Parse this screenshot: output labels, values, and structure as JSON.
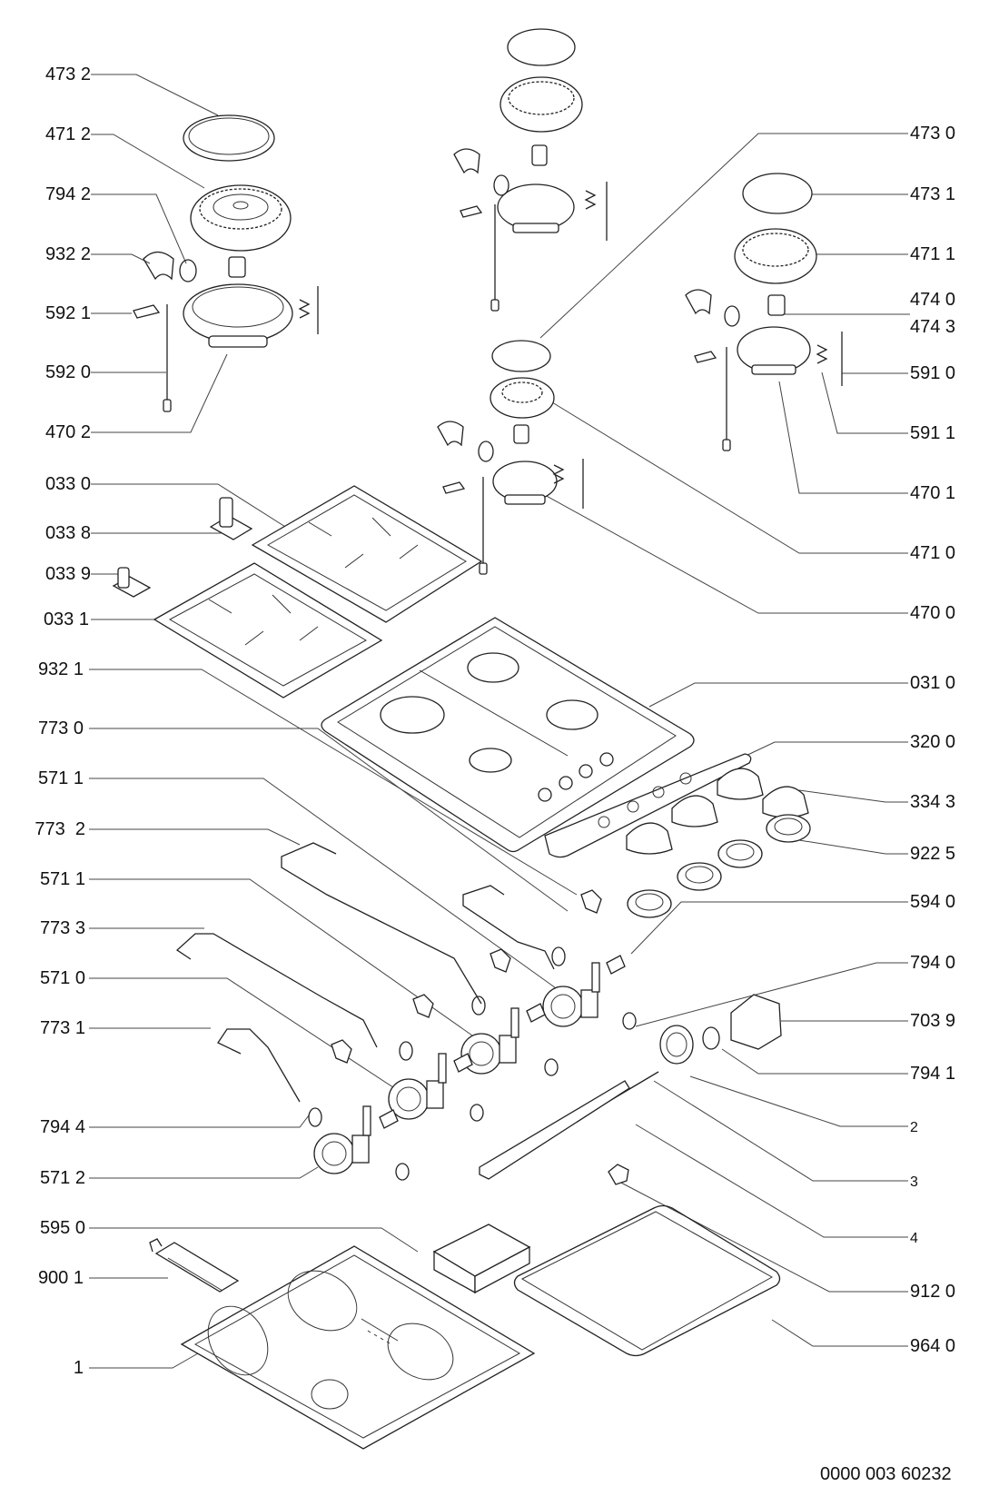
{
  "diagram": {
    "title": "Gas hob exploded parts diagram",
    "footer_code": "0000 003 60232",
    "left_labels": [
      {
        "id": "473-2",
        "text": "473 2"
      },
      {
        "id": "471-2",
        "text": "471 2"
      },
      {
        "id": "794-2",
        "text": "794 2"
      },
      {
        "id": "932-2",
        "text": "932 2"
      },
      {
        "id": "592-1",
        "text": "592 1"
      },
      {
        "id": "592-0",
        "text": "592 0"
      },
      {
        "id": "470-2",
        "text": "470 2"
      },
      {
        "id": "033-0",
        "text": "033 0"
      },
      {
        "id": "033-8",
        "text": "033 8"
      },
      {
        "id": "033-9",
        "text": "033 9"
      },
      {
        "id": "033-1",
        "text": "033 1"
      },
      {
        "id": "932-1",
        "text": "932 1"
      },
      {
        "id": "773-0",
        "text": "773 0"
      },
      {
        "id": "571-1a",
        "text": "571 1"
      },
      {
        "id": "773-2",
        "text": "773  2"
      },
      {
        "id": "571-1b",
        "text": "571 1"
      },
      {
        "id": "773-3",
        "text": "773 3"
      },
      {
        "id": "571-0",
        "text": "571 0"
      },
      {
        "id": "773-1",
        "text": "773 1"
      },
      {
        "id": "794-4",
        "text": "794 4"
      },
      {
        "id": "571-2",
        "text": "571 2"
      },
      {
        "id": "595-0",
        "text": "595 0"
      },
      {
        "id": "900-1",
        "text": "900 1"
      },
      {
        "id": "1",
        "text": "1"
      }
    ],
    "right_labels": [
      {
        "id": "473-0",
        "text": "473 0"
      },
      {
        "id": "473-1",
        "text": "473 1"
      },
      {
        "id": "471-1",
        "text": "471 1"
      },
      {
        "id": "474-0",
        "text": "474 0"
      },
      {
        "id": "474-3",
        "text": "474 3"
      },
      {
        "id": "591-0",
        "text": "591 0"
      },
      {
        "id": "591-1",
        "text": "591 1"
      },
      {
        "id": "470-1",
        "text": "470 1"
      },
      {
        "id": "471-0",
        "text": "471 0"
      },
      {
        "id": "470-0",
        "text": "470 0"
      },
      {
        "id": "031-0",
        "text": "031 0"
      },
      {
        "id": "320-0",
        "text": "320 0"
      },
      {
        "id": "334-3",
        "text": "334 3"
      },
      {
        "id": "922-5",
        "text": "922 5"
      },
      {
        "id": "594-0",
        "text": "594 0"
      },
      {
        "id": "794-0",
        "text": "794 0"
      },
      {
        "id": "703-9",
        "text": "703 9"
      },
      {
        "id": "794-1",
        "text": "794 1"
      },
      {
        "id": "2",
        "text": "2"
      },
      {
        "id": "3",
        "text": "3"
      },
      {
        "id": "4",
        "text": "4"
      },
      {
        "id": "912-0",
        "text": "912 0"
      },
      {
        "id": "964-0",
        "text": "964 0"
      }
    ]
  }
}
